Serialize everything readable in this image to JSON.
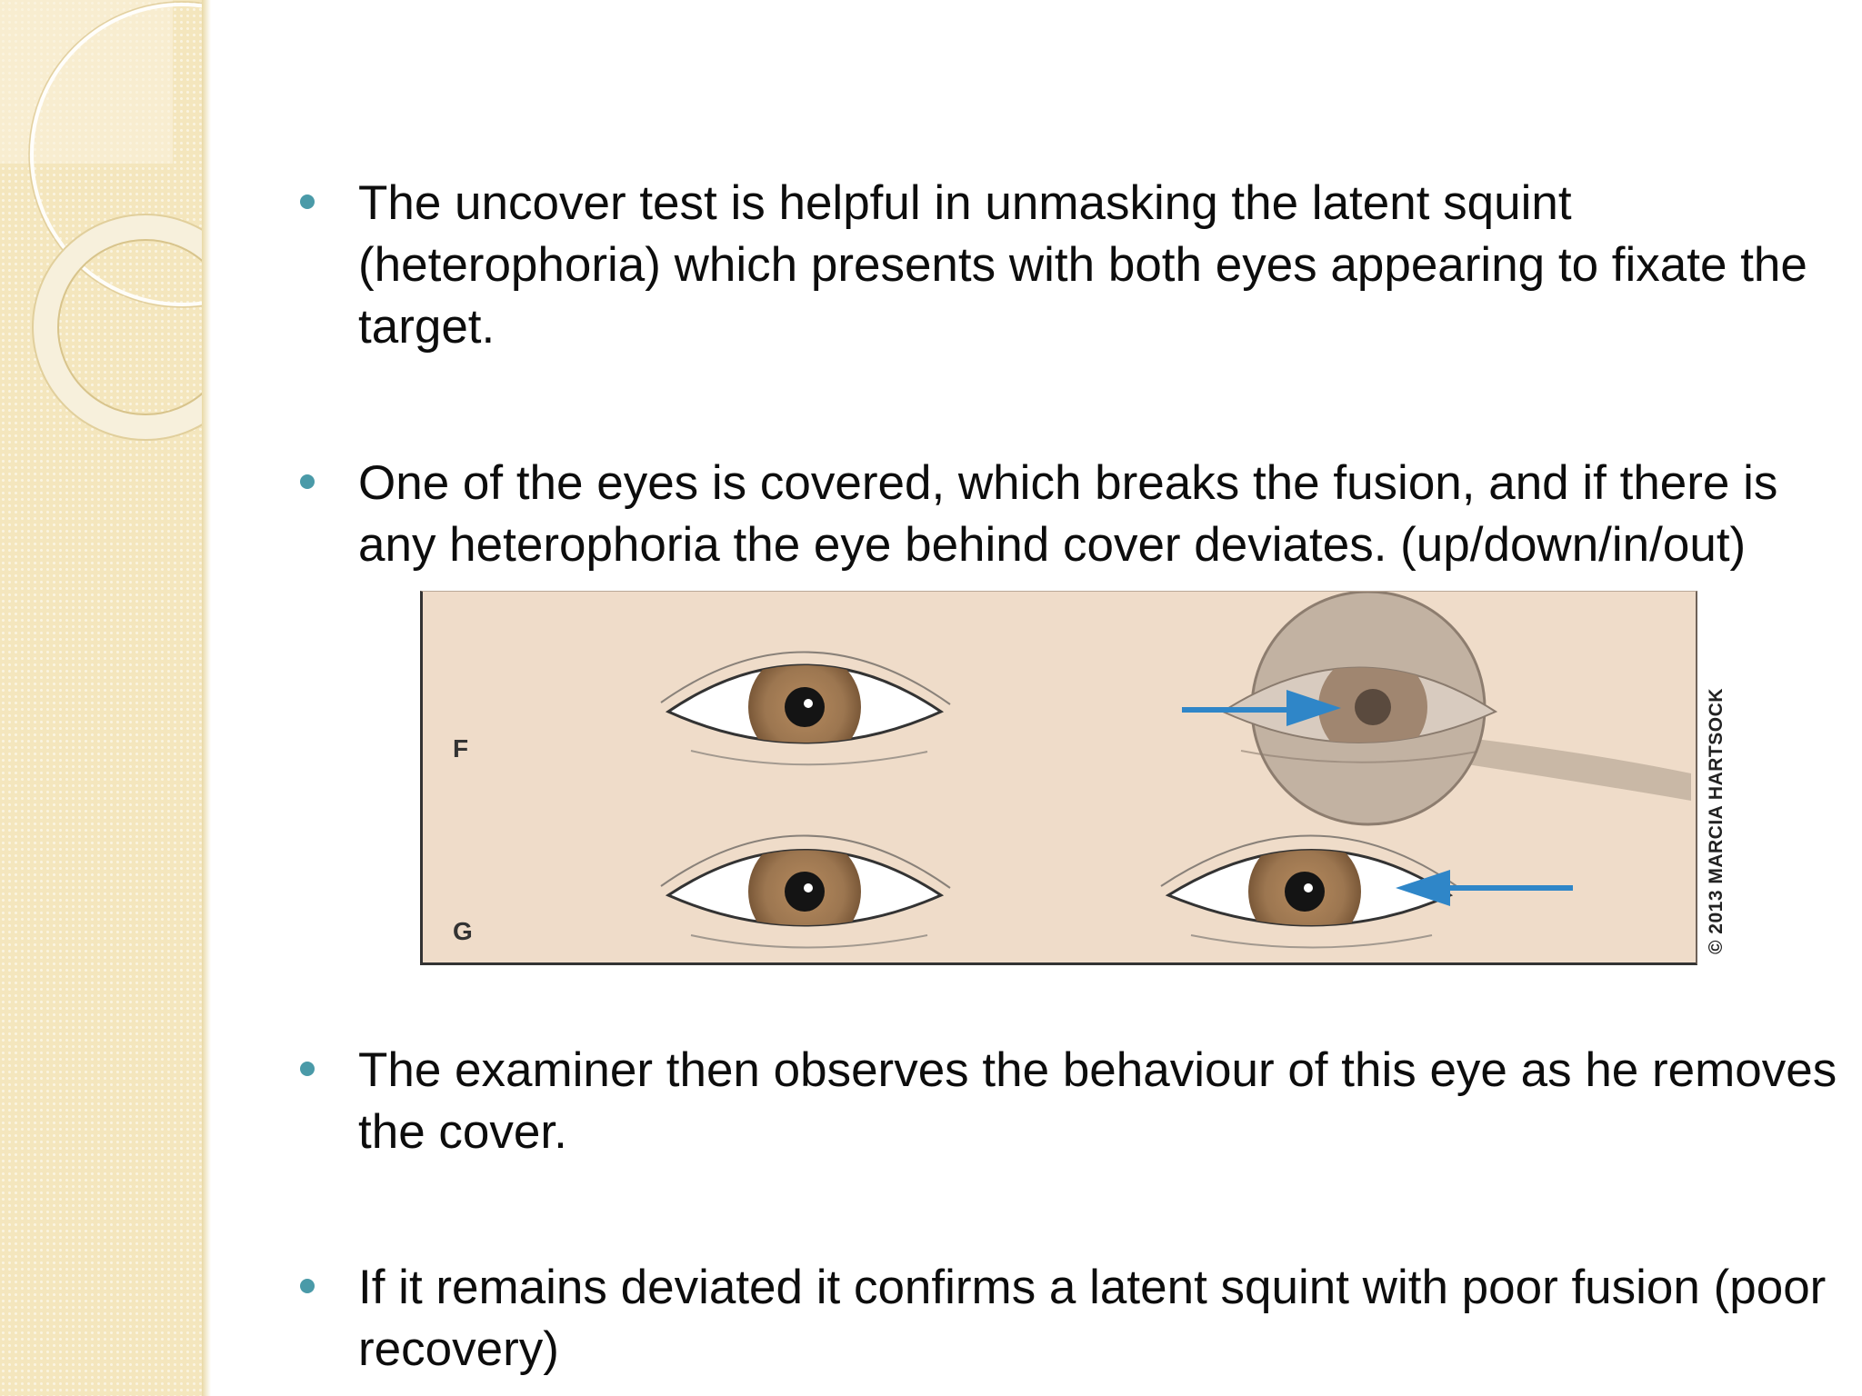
{
  "slide": {
    "bullets": [
      {
        "text": "The uncover test is helpful in unmasking the latent squint (heterophoria) which presents with both eyes appearing to fixate the target."
      },
      {
        "text": "One of the eyes is covered, which breaks the fusion, and if there is any heterophoria the eye behind cover deviates. (up/down/in/out)"
      },
      {
        "text": "The examiner then observes the behaviour of this eye as he removes the cover."
      },
      {
        "text": "If it remains deviated it confirms a latent squint with poor fusion (poor recovery)"
      }
    ],
    "figure": {
      "label_top": "F",
      "label_bottom": "G",
      "copyright": "© 2013 MARCIA HARTSOCK"
    }
  },
  "colors": {
    "bullet": "#4a9aa8",
    "sidebar": "#f4e6bd",
    "figure_bg": "#efdcc9",
    "iris": "#9c7650",
    "arrow": "#2f86c8"
  }
}
